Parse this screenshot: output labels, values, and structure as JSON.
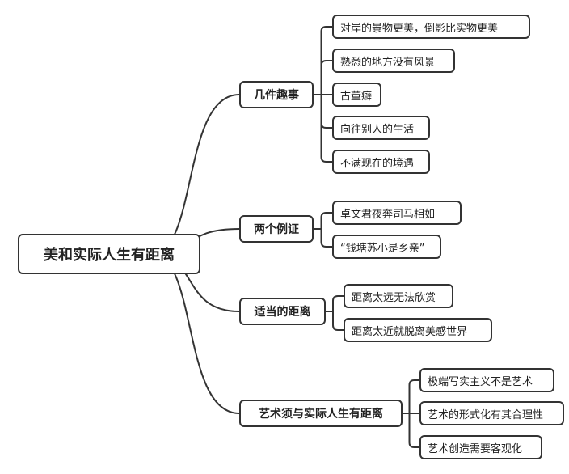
{
  "root": {
    "label": "美和实际人生有距离"
  },
  "branches": [
    {
      "label": "几件趣事",
      "children": [
        "对岸的景物更美，倒影比实物更美",
        "熟悉的地方没有风景",
        "古董癖",
        "向往别人的生活",
        "不满现在的境遇"
      ]
    },
    {
      "label": "两个例证",
      "children": [
        "卓文君夜奔司马相如",
        "“钱塘苏小是乡亲”"
      ]
    },
    {
      "label": "适当的距离",
      "children": [
        "距离太远无法欣赏",
        "距离太近就脱离美感世界"
      ]
    },
    {
      "label": "艺术须与实际人生有距离",
      "children": [
        "极端写实主义不是艺术",
        "艺术的形式化有其合理性",
        "艺术创造需要客观化"
      ]
    }
  ],
  "colors": {
    "line": "#333333",
    "text": "#222222",
    "background": "#ffffff"
  }
}
